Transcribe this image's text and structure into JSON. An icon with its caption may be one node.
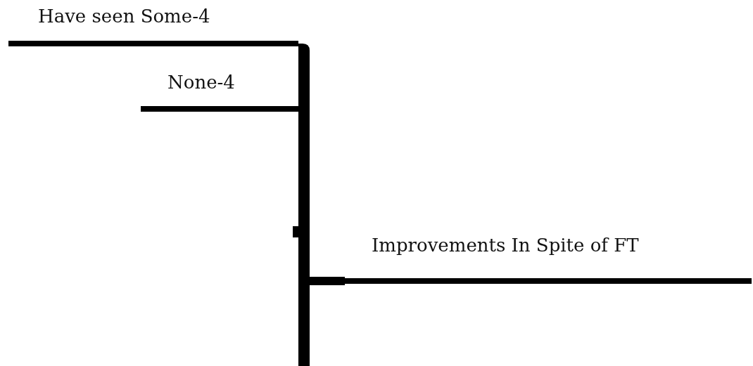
{
  "diagram": {
    "nodes": [
      {
        "text": [
          "Have seen Some-4"
        ]
      },
      {
        "text": [
          "None-4"
        ]
      },
      {
        "text": [
          "Improvements In Spite of FT"
        ]
      },
      {
        "text": [],
        "shape": "bar"
      }
    ],
    "edges": [
      {
        "from": 0,
        "to": 3,
        "arrow": "none"
      },
      {
        "from": 1,
        "to": 3,
        "arrow": "none"
      },
      {
        "from": 3,
        "to": 2,
        "arrow": "none"
      }
    ]
  }
}
